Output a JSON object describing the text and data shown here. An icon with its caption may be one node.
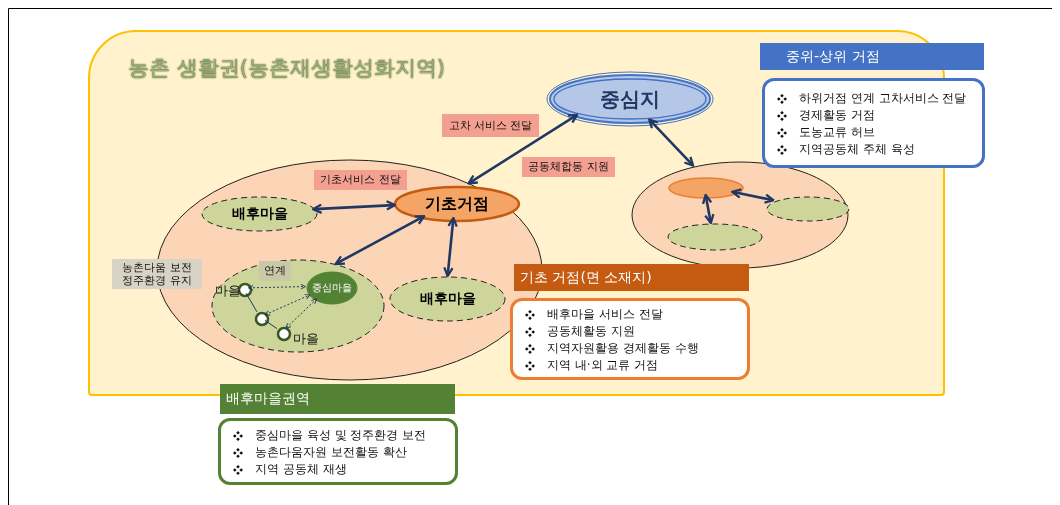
{
  "diagram": {
    "nodes": [
      {
        "text": [
          "농촌 생활권(농촌재생활성화지역)"
        ]
      },
      {
        "text": [
          "중심지"
        ],
        "in": 0
      },
      {
        "text": [],
        "shape": "ellipse",
        "in": 0
      },
      {
        "text": [
          "기초거점"
        ],
        "in": 2
      },
      {
        "text": [
          "배후마을"
        ],
        "in": 2
      },
      {
        "text": [
          "배후마을"
        ],
        "in": 2
      },
      {
        "text": [],
        "shape": "ellipse",
        "in": 2
      },
      {
        "text": [
          "중심마을"
        ],
        "in": 6
      },
      {
        "text": [],
        "shape": "circle",
        "in": 6,
        "beside": [
          "마을"
        ]
      },
      {
        "text": [],
        "shape": "circle",
        "in": 6
      },
      {
        "text": [],
        "shape": "circle",
        "in": 6,
        "beside": [
          "마을"
        ]
      },
      {
        "text": [],
        "shape": "ellipse",
        "in": 0
      },
      {
        "text": [],
        "shape": "ellipse",
        "in": 11
      },
      {
        "text": [],
        "shape": "ellipse",
        "in": 11
      },
      {
        "text": [],
        "shape": "ellipse",
        "in": 11
      },
      {
        "text": [
          "중위-상위 거점"
        ]
      },
      {
        "text": [
          "하위거점 연계 고차서비스 전달",
          "경제활동 거점",
          "도농교류 허브",
          "지역공동체 주체 육성"
        ]
      },
      {
        "text": [
          "기초 거점(면 소재지)"
        ],
        "in": 0
      },
      {
        "text": [
          "배후마을 서비스 전달",
          "공동체활동 지원",
          "지역자원활용 경제활동 수행",
          "지역 내·외 교류 거점"
        ],
        "in": 0
      },
      {
        "text": [
          "배후마을권역"
        ]
      },
      {
        "text": [
          "중심마을 육성 및 정주환경 보전",
          "농촌다움자원 보전활동 확산",
          "지역 공동체 재생"
        ]
      },
      {
        "text": [
          "농촌다움 보전 정주환경 유지"
        ],
        "in": 0
      },
      {
        "text": [
          "고차 서비스 전달"
        ],
        "in": 0
      },
      {
        "text": [
          "공동체합동 지원"
        ],
        "in": 0
      },
      {
        "text": [
          "기초서비스 전달"
        ],
        "in": 2
      },
      {
        "text": [
          "연계"
        ],
        "in": 6
      }
    ],
    "edges": [
      {
        "from": 2,
        "to": 1,
        "arrow": "both"
      },
      {
        "from": 4,
        "to": 3,
        "arrow": "both"
      },
      {
        "from": 6,
        "to": 3,
        "arrow": "both"
      },
      {
        "from": 3,
        "to": 5,
        "arrow": "both"
      },
      {
        "from": 1,
        "to": 11,
        "arrow": "both"
      },
      {
        "from": 12,
        "to": 14,
        "arrow": "both"
      },
      {
        "from": 12,
        "to": 13,
        "arrow": "both"
      },
      {
        "from": 8,
        "to": 7,
        "arrow": "both",
        "style": "dashed"
      },
      {
        "from": 9,
        "to": 7,
        "arrow": "both",
        "style": "dashed"
      },
      {
        "from": 10,
        "to": 7,
        "arrow": "both",
        "style": "dashed"
      },
      {
        "from": 8,
        "to": 9,
        "arrow": "none"
      },
      {
        "from": 9,
        "to": 10,
        "arrow": "none"
      }
    ]
  }
}
